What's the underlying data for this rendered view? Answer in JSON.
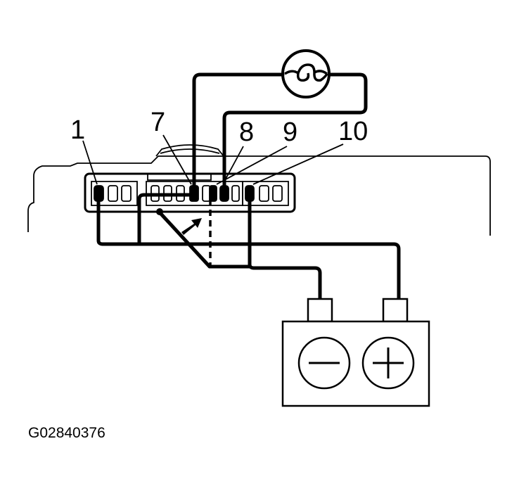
{
  "pin_labels": {
    "p1": "1",
    "p7": "7",
    "p8": "8",
    "p9": "9",
    "p10": "10"
  },
  "figure_id": "G02840376",
  "battery": {
    "negative_terminal": "minus-symbol",
    "positive_terminal": "plus-symbol"
  },
  "bulb": "test-lamp-icon"
}
